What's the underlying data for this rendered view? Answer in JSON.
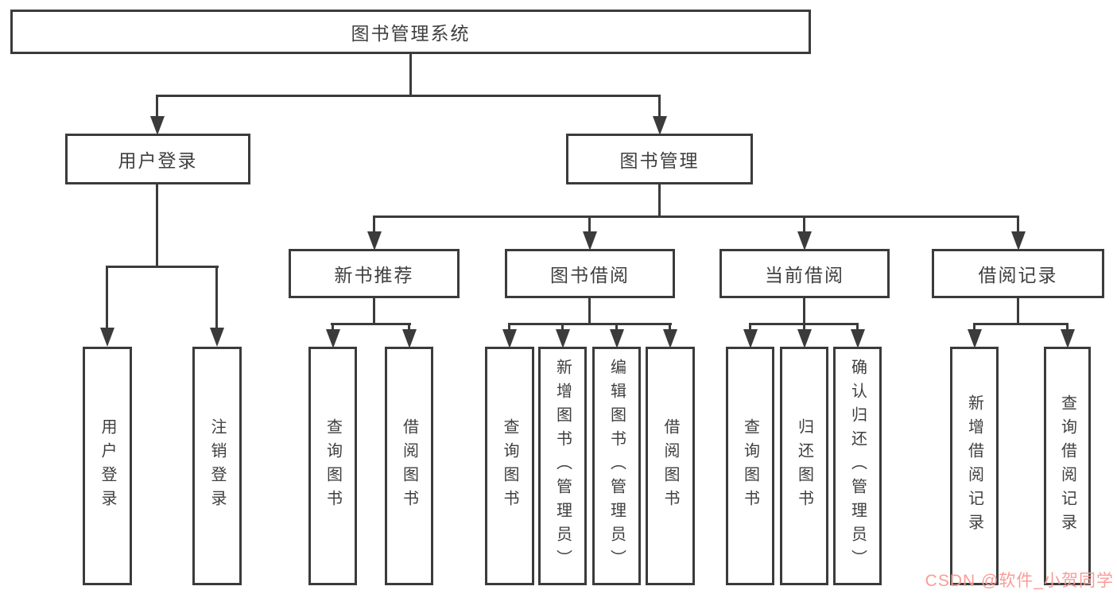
{
  "diagram": {
    "root": {
      "label": "图书管理系统"
    },
    "branches": [
      {
        "label": "用户登录",
        "children": [
          {
            "label": "用户登录"
          },
          {
            "label": "注销登录"
          }
        ]
      },
      {
        "label": "图书管理",
        "children": [
          {
            "label": "新书推荐",
            "children": [
              {
                "label": "查询图书"
              },
              {
                "label": "借阅图书"
              }
            ]
          },
          {
            "label": "图书借阅",
            "children": [
              {
                "label": "查询图书"
              },
              {
                "label": "新增图书（管理员）"
              },
              {
                "label": "编辑图书（管理员）"
              },
              {
                "label": "借阅图书"
              }
            ]
          },
          {
            "label": "当前借阅",
            "children": [
              {
                "label": "查询图书"
              },
              {
                "label": "归还图书"
              },
              {
                "label": "确认归还（管理员）"
              }
            ]
          },
          {
            "label": "借阅记录",
            "children": [
              {
                "label": "新增借阅记录"
              },
              {
                "label": "查询借阅记录"
              }
            ]
          }
        ]
      }
    ]
  },
  "watermark": {
    "text": "CSDN @软件_小贺同学"
  },
  "colors": {
    "line": "#3b3b3b",
    "text": "#3f3f3f",
    "background": "#ffffff",
    "watermark": "#f78c86"
  }
}
